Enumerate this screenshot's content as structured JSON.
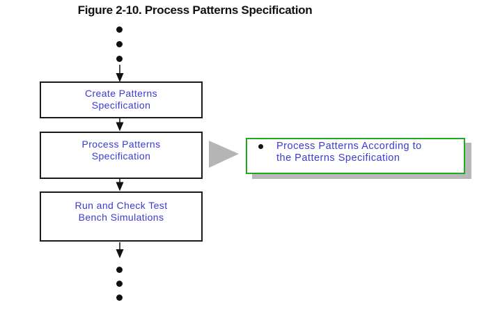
{
  "figure": {
    "title": "Figure 2-10. Process Patterns Specification"
  },
  "flow": {
    "steps": [
      {
        "line1": "Create Patterns",
        "line2": "Specification"
      },
      {
        "line1": "Process Patterns",
        "line2": "Specification"
      },
      {
        "line1": "Run and Check Test",
        "line2": "Bench Simulations"
      }
    ]
  },
  "callout": {
    "line1": "Process Patterns According to",
    "line2": "the Patterns Specification"
  },
  "colors": {
    "box_text_blue": "#3a3ad0",
    "callout_border_green": "#21a821",
    "pointer_gray": "#b5b5b5",
    "shadow_gray": "#b8b8b8",
    "line_black": "#111111"
  }
}
